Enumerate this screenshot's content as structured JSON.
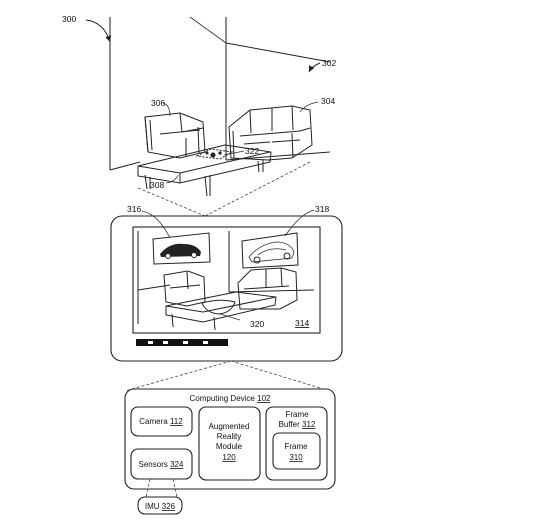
{
  "refs": {
    "r300": "300",
    "r302": "302",
    "r304": "304",
    "r306": "306",
    "r308": "308",
    "r322": "322",
    "r316": "316",
    "r318": "318",
    "r320": "320",
    "r314": "314"
  },
  "computing_device": {
    "title": "Computing Device",
    "title_ref": "102",
    "camera": {
      "label": "Camera",
      "ref": "112"
    },
    "sensors": {
      "label": "Sensors",
      "ref": "324"
    },
    "ar_module": {
      "line1": "Augmented",
      "line2": "Reality",
      "line3": "Module",
      "ref": "120"
    },
    "frame_buffer": {
      "line1": "Frame",
      "line2": "Buffer",
      "ref": "312"
    },
    "frame": {
      "label": "Frame",
      "ref": "310"
    }
  },
  "imu": {
    "label": "IMU",
    "ref": "326"
  }
}
